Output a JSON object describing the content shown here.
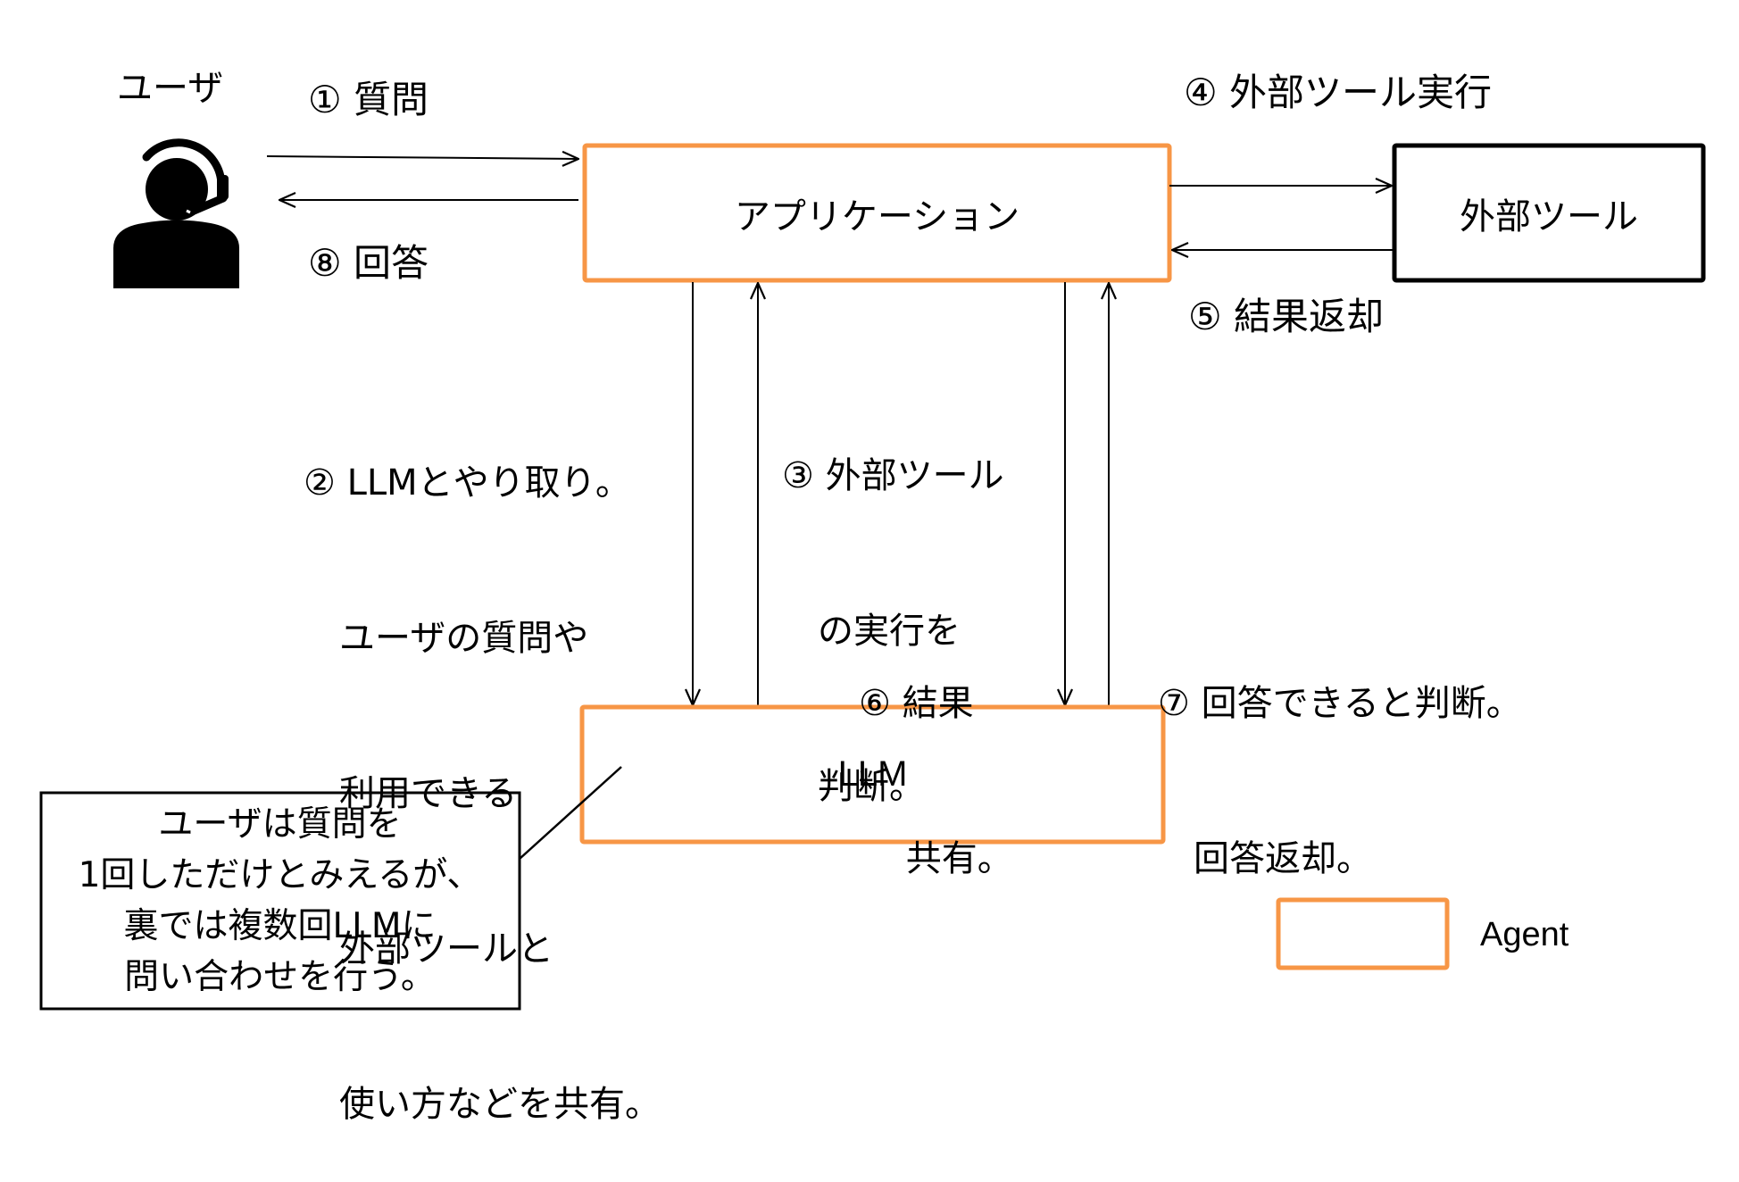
{
  "colors": {
    "agent_orange": "#F79646",
    "line": "#000000",
    "background": "#FFFFFF"
  },
  "actors": {
    "user": {
      "label": "ユーザ",
      "icon": "headset-user-icon"
    }
  },
  "nodes": {
    "application": {
      "label": "アプリケーション",
      "is_agent": true
    },
    "external_tool": {
      "label": "外部ツール",
      "is_agent": false
    },
    "llm": {
      "label": "LLM",
      "is_agent": true
    }
  },
  "steps": {
    "s1": {
      "label": "① 質問",
      "from": "user",
      "to": "application"
    },
    "s2": {
      "lines": [
        "② LLMとやり取り。",
        "　ユーザの質問や",
        "　利用できる",
        "　外部ツールと",
        "　使い方などを共有。"
      ],
      "from": "application",
      "to": "llm"
    },
    "s3": {
      "lines": [
        "③ 外部ツール",
        "　の実行を",
        "　判断。"
      ],
      "from": "llm",
      "to": "application"
    },
    "s4": {
      "label": "④ 外部ツール実行",
      "from": "application",
      "to": "external_tool"
    },
    "s5": {
      "label": "⑤ 結果返却",
      "from": "external_tool",
      "to": "application"
    },
    "s6": {
      "lines": [
        "⑥ 結果",
        "　 共有。"
      ],
      "from": "application",
      "to": "llm"
    },
    "s7": {
      "lines": [
        "⑦ 回答できると判断。",
        "　回答返却。"
      ],
      "from": "llm",
      "to": "application"
    },
    "s8": {
      "label": "⑧ 回答",
      "from": "application",
      "to": "user"
    }
  },
  "callout": {
    "lines": [
      "ユーザは質問を",
      "1回しただけとみえるが、",
      "裏では複数回LLMに",
      "問い合わせを行う。"
    ],
    "points_to": "llm"
  },
  "legend": {
    "items": [
      {
        "label": "Agent",
        "swatch": "orange-outline-box"
      }
    ]
  }
}
